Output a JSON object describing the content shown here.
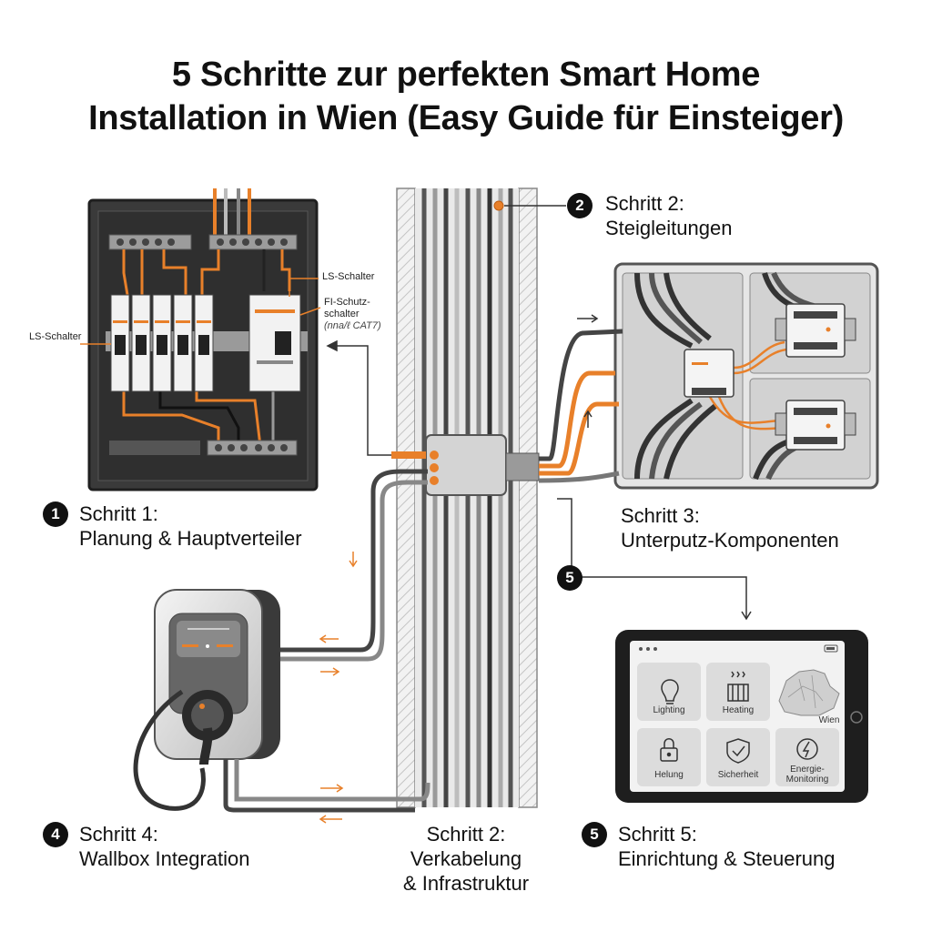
{
  "title": {
    "line1": "5 Schritte zur perfekten Smart Home",
    "line2": "Installation in Wien (Easy Guide für Einsteiger)"
  },
  "steps": {
    "s1": {
      "number": "1",
      "line1": "Schritt 1:",
      "line2": "Planung & Hauptverteiler"
    },
    "s2_riser": {
      "number": "2",
      "line1": "Schritt 2:",
      "line2": "Steigleitungen"
    },
    "s3": {
      "line1": "Schritt 3:",
      "line2": "Unterputz-Komponenten"
    },
    "s4": {
      "number": "4",
      "line1": "Schritt 4:",
      "line2": "Wallbox Integration"
    },
    "s2_wiring": {
      "line1": "Schritt 2:",
      "line2": "Verkabelung",
      "line3": "& Infrastruktur"
    },
    "s5": {
      "number": "5",
      "line1": "Schritt 5:",
      "line2": "Einrichtung & Steuerung"
    },
    "flow_marker": "5"
  },
  "panel_labels": {
    "ls_left": "LS-Schalter",
    "ls_right": "LS-Schalter",
    "fi_line1": "FI-Schutz-",
    "fi_line2": "schalter",
    "cable_note": "(nna/ℓ CAT7)"
  },
  "tablet": {
    "tiles": [
      {
        "label": "Lighting",
        "icon": "lightbulb-icon"
      },
      {
        "label": "Heating",
        "icon": "radiator-icon"
      },
      {
        "label": "Helung",
        "icon": "lock-icon"
      },
      {
        "label": "Sicherheit",
        "icon": "shield-check-icon"
      },
      {
        "label_line1": "Energie-",
        "label_line2": "Monitoring",
        "icon": "energy-bolt-icon"
      }
    ],
    "map_label": "Wien"
  },
  "colors": {
    "accent_orange": "#e8802a",
    "dark_panel": "#3a3a3a",
    "cable_dark": "#2b2b2b",
    "light_gray": "#d9d9d9"
  }
}
